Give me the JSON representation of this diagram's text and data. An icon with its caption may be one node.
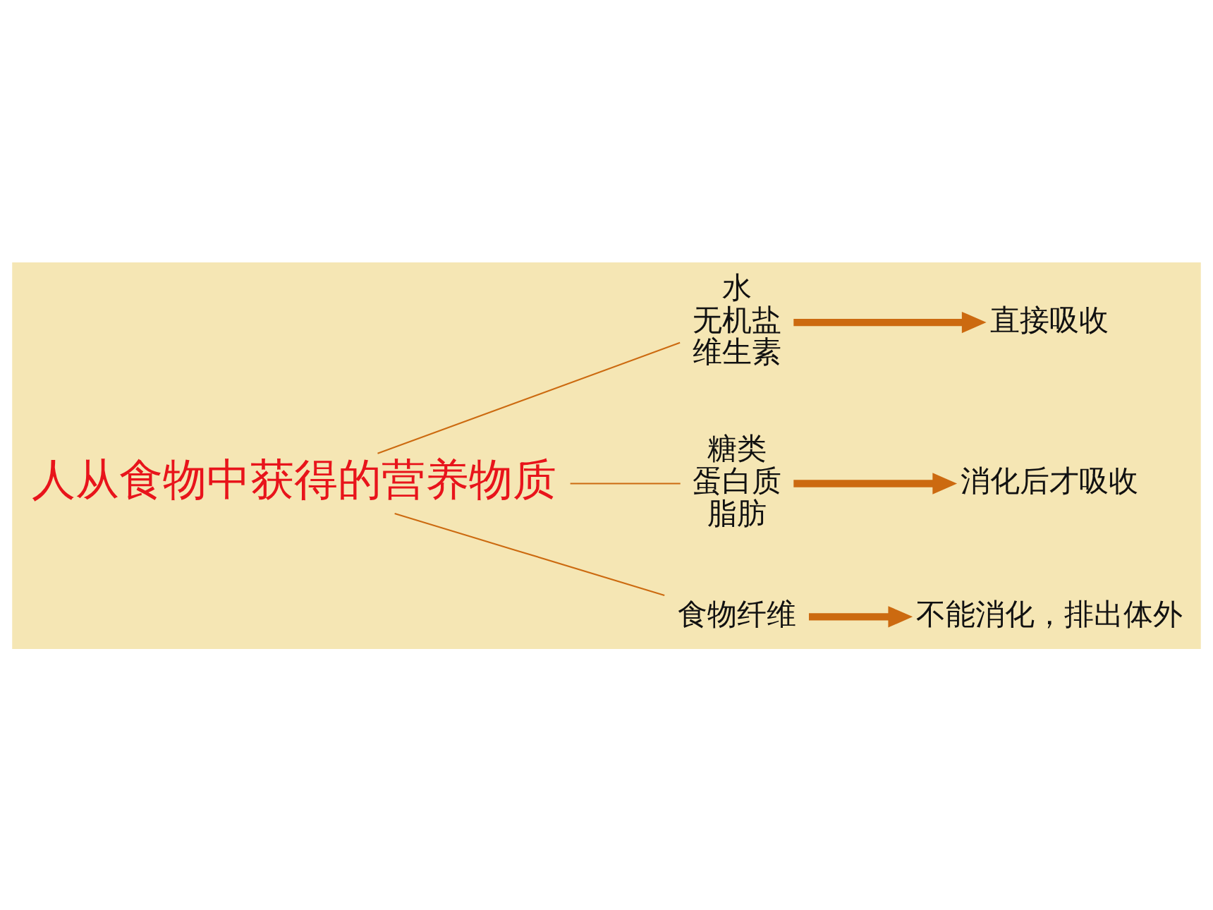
{
  "diagram": {
    "nodes": [
      {
        "text": [
          "人从食物中获得的营养物质"
        ]
      },
      {
        "text": [
          "水",
          "无机盐",
          "维生素"
        ]
      },
      {
        "text": [
          "直接吸收"
        ]
      },
      {
        "text": [
          "糖类",
          "蛋白质",
          "脂肪"
        ]
      },
      {
        "text": [
          "消化后才吸收"
        ]
      },
      {
        "text": [
          "食物纤维"
        ]
      },
      {
        "text": [
          "不能消化，排出体外"
        ]
      }
    ],
    "edges": [
      {
        "from": 0,
        "to": 1,
        "arrow": "none"
      },
      {
        "from": 0,
        "to": 3,
        "arrow": "none"
      },
      {
        "from": 0,
        "to": 5,
        "arrow": "none"
      },
      {
        "from": 1,
        "to": 2,
        "arrow": "to",
        "style": "thick"
      },
      {
        "from": 3,
        "to": 4,
        "arrow": "to",
        "style": "thick"
      },
      {
        "from": 5,
        "to": 6,
        "arrow": "to",
        "style": "thick"
      }
    ]
  }
}
